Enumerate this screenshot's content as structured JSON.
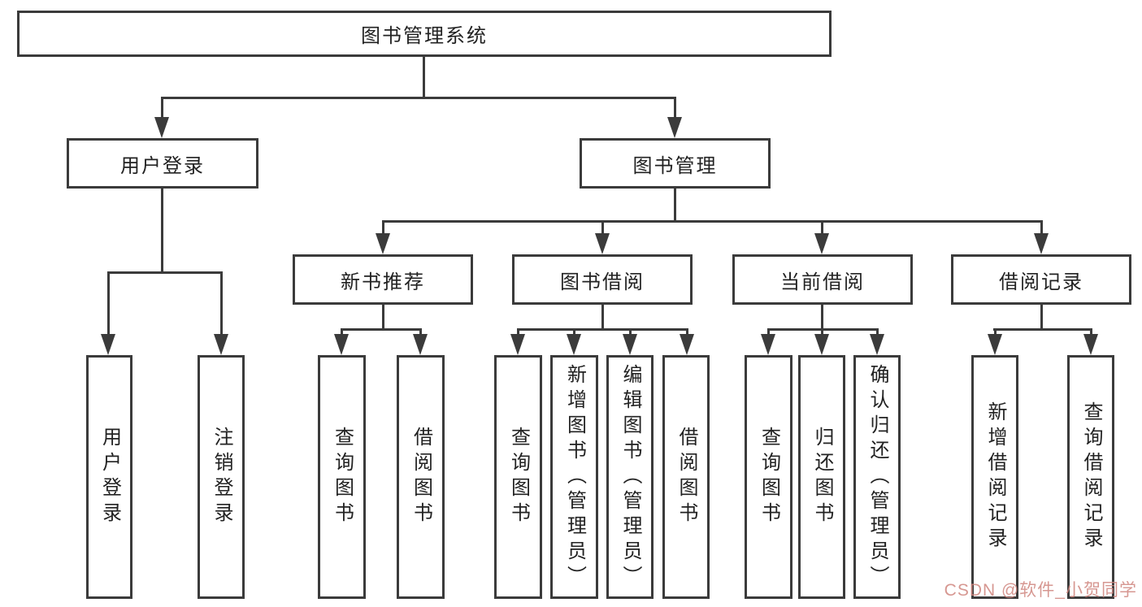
{
  "colors": {
    "line": "#3B3B3B",
    "text": "#222222",
    "background": "#FFFFFF",
    "watermark": "#D0857E"
  },
  "tree": {
    "root": {
      "label": "图书管理系统"
    },
    "level2": [
      {
        "label": "用户登录"
      },
      {
        "label": "图书管理"
      }
    ],
    "level3": [
      {
        "label": "新书推荐",
        "parent": "图书管理"
      },
      {
        "label": "图书借阅",
        "parent": "图书管理"
      },
      {
        "label": "当前借阅",
        "parent": "图书管理"
      },
      {
        "label": "借阅记录",
        "parent": "图书管理"
      }
    ],
    "leaves": [
      {
        "label": "用户登录",
        "parent": "用户登录"
      },
      {
        "label": "注销登录",
        "parent": "用户登录"
      },
      {
        "label": "查询图书",
        "parent": "新书推荐"
      },
      {
        "label": "借阅图书",
        "parent": "新书推荐"
      },
      {
        "label": "查询图书",
        "parent": "图书借阅"
      },
      {
        "label": "新增图书（管理员）",
        "parent": "图书借阅"
      },
      {
        "label": "编辑图书（管理员）",
        "parent": "图书借阅"
      },
      {
        "label": "借阅图书",
        "parent": "图书借阅"
      },
      {
        "label": "查询图书",
        "parent": "当前借阅"
      },
      {
        "label": "归还图书",
        "parent": "当前借阅"
      },
      {
        "label": "确认归还（管理员）",
        "parent": "当前借阅"
      },
      {
        "label": "新增借阅记录",
        "parent": "借阅记录"
      },
      {
        "label": "查询借阅记录",
        "parent": "借阅记录"
      }
    ]
  },
  "watermark": {
    "text": "CSDN @软件_小贺同学"
  }
}
